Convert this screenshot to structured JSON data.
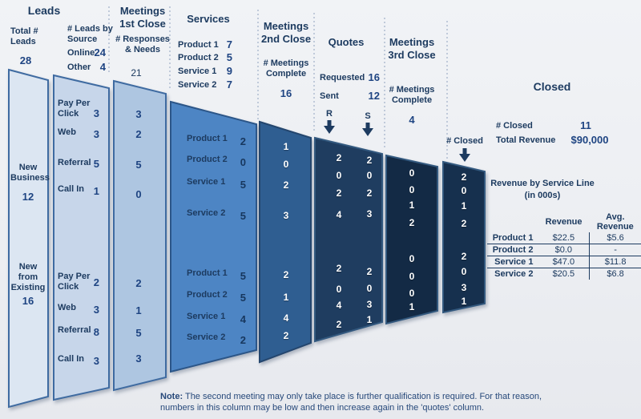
{
  "leads": {
    "title": "Leads",
    "total_label": "Total #\nLeads",
    "total_value": "28",
    "source_label": "# Leads by\nSource",
    "online_label": "Online",
    "online_value": "24",
    "other_label": "Other",
    "other_value": "4"
  },
  "meetings1": {
    "title": "Meetings\n1st Close",
    "sub": "# Responses\n& Needs",
    "value": "21"
  },
  "services": {
    "title": "Services",
    "rows": [
      {
        "label": "Product 1",
        "value": "7"
      },
      {
        "label": "Product 2",
        "value": "5"
      },
      {
        "label": "Service 1",
        "value": "9"
      },
      {
        "label": "Service 2",
        "value": "7"
      }
    ]
  },
  "meetings2": {
    "title": "Meetings\n2nd Close",
    "sub": "# Meetings\nComplete",
    "value": "16"
  },
  "quotes": {
    "title": "Quotes",
    "requested_label": "Requested",
    "requested_value": "16",
    "sent_label": "Sent",
    "sent_value": "12",
    "r": "R",
    "s": "S"
  },
  "meetings3": {
    "title": "Meetings\n3rd Close",
    "sub": "# Meetings\nComplete",
    "value": "4"
  },
  "closed_marker": {
    "label": "# Closed"
  },
  "closed": {
    "title": "Closed",
    "count_label": "# Closed",
    "count_value": "11",
    "revenue_label": "Total Revenue",
    "revenue_value": "$90,000"
  },
  "funnel": {
    "col1": {
      "seg1_label": "New\nBusiness",
      "seg1_value": "12",
      "seg2_label": "New\nfrom\nExisting",
      "seg2_value": "16"
    },
    "col2": {
      "top": [
        {
          "label": "Pay Per\nClick",
          "value": "3"
        },
        {
          "label": "Web",
          "value": "3"
        },
        {
          "label": "Referral",
          "value": "5"
        },
        {
          "label": "Call In",
          "value": "1"
        }
      ],
      "bottom": [
        {
          "label": "Pay Per\nClick",
          "value": "2"
        },
        {
          "label": "Web",
          "value": "3"
        },
        {
          "label": "Referral",
          "value": "8"
        },
        {
          "label": "Call In",
          "value": "3"
        }
      ]
    },
    "col3": {
      "top": [
        "3",
        "2",
        "5",
        "0"
      ],
      "bottom": [
        "2",
        "1",
        "5",
        "3"
      ]
    },
    "col4": {
      "top": [
        {
          "label": "Product 1",
          "value": "2"
        },
        {
          "label": "Product 2",
          "value": "0"
        },
        {
          "label": "Service 1",
          "value": "5"
        },
        {
          "label": "Service 2",
          "value": "5"
        }
      ],
      "bottom": [
        {
          "label": "Product 1",
          "value": "5"
        },
        {
          "label": "Product 2",
          "value": "5"
        },
        {
          "label": "Service 1",
          "value": "4"
        },
        {
          "label": "Service 2",
          "value": "2"
        }
      ]
    },
    "col5": {
      "top": [
        "1",
        "0",
        "2",
        "3"
      ],
      "bottom": [
        "2",
        "1",
        "4",
        "2"
      ]
    },
    "col6": {
      "r_top": [
        "2",
        "0",
        "2",
        "4"
      ],
      "s_top": [
        "2",
        "0",
        "2",
        "3"
      ],
      "r_bottom": [
        "2",
        "0",
        "4",
        "2"
      ],
      "s_bottom": [
        "2",
        "0",
        "3",
        "1"
      ]
    },
    "col7": {
      "top": [
        "0",
        "0",
        "1",
        "2"
      ],
      "bottom": [
        "0",
        "0",
        "0",
        "1"
      ]
    },
    "col8": {
      "top": [
        "2",
        "0",
        "1",
        "2"
      ],
      "bottom": [
        "2",
        "0",
        "3",
        "1"
      ]
    }
  },
  "revenue_table": {
    "title": "Revenue by Service Line",
    "subtitle": "(in 000s)",
    "headers": [
      "Revenue",
      "Avg. Revenue"
    ],
    "rows": [
      {
        "label": "Product 1",
        "revenue": "$22.5",
        "avg": "$5.6"
      },
      {
        "label": "Product 2",
        "revenue": "$0.0",
        "avg": "-"
      },
      {
        "label": "Service 1",
        "revenue": "$47.0",
        "avg": "$11.8"
      },
      {
        "label": "Service 2",
        "revenue": "$20.5",
        "avg": "$6.8"
      }
    ]
  },
  "note": {
    "prefix": "Note:",
    "line1": "The second meeting may only take place is further qualification is required.  For that reason,",
    "line2": "numbers in this column may be low and then increase again in the 'quotes' column."
  },
  "colors": {
    "label_navy": "#1d3b60",
    "number_blue": "#1e4482",
    "col1": "#dce6f2",
    "col2": "#c7d6ea",
    "col3": "#aec6e1",
    "col4": "#4d85c4",
    "col5": "#2f5e91",
    "col6": "#1f3d60",
    "col7": "#132a45",
    "col8": "#16304e"
  }
}
